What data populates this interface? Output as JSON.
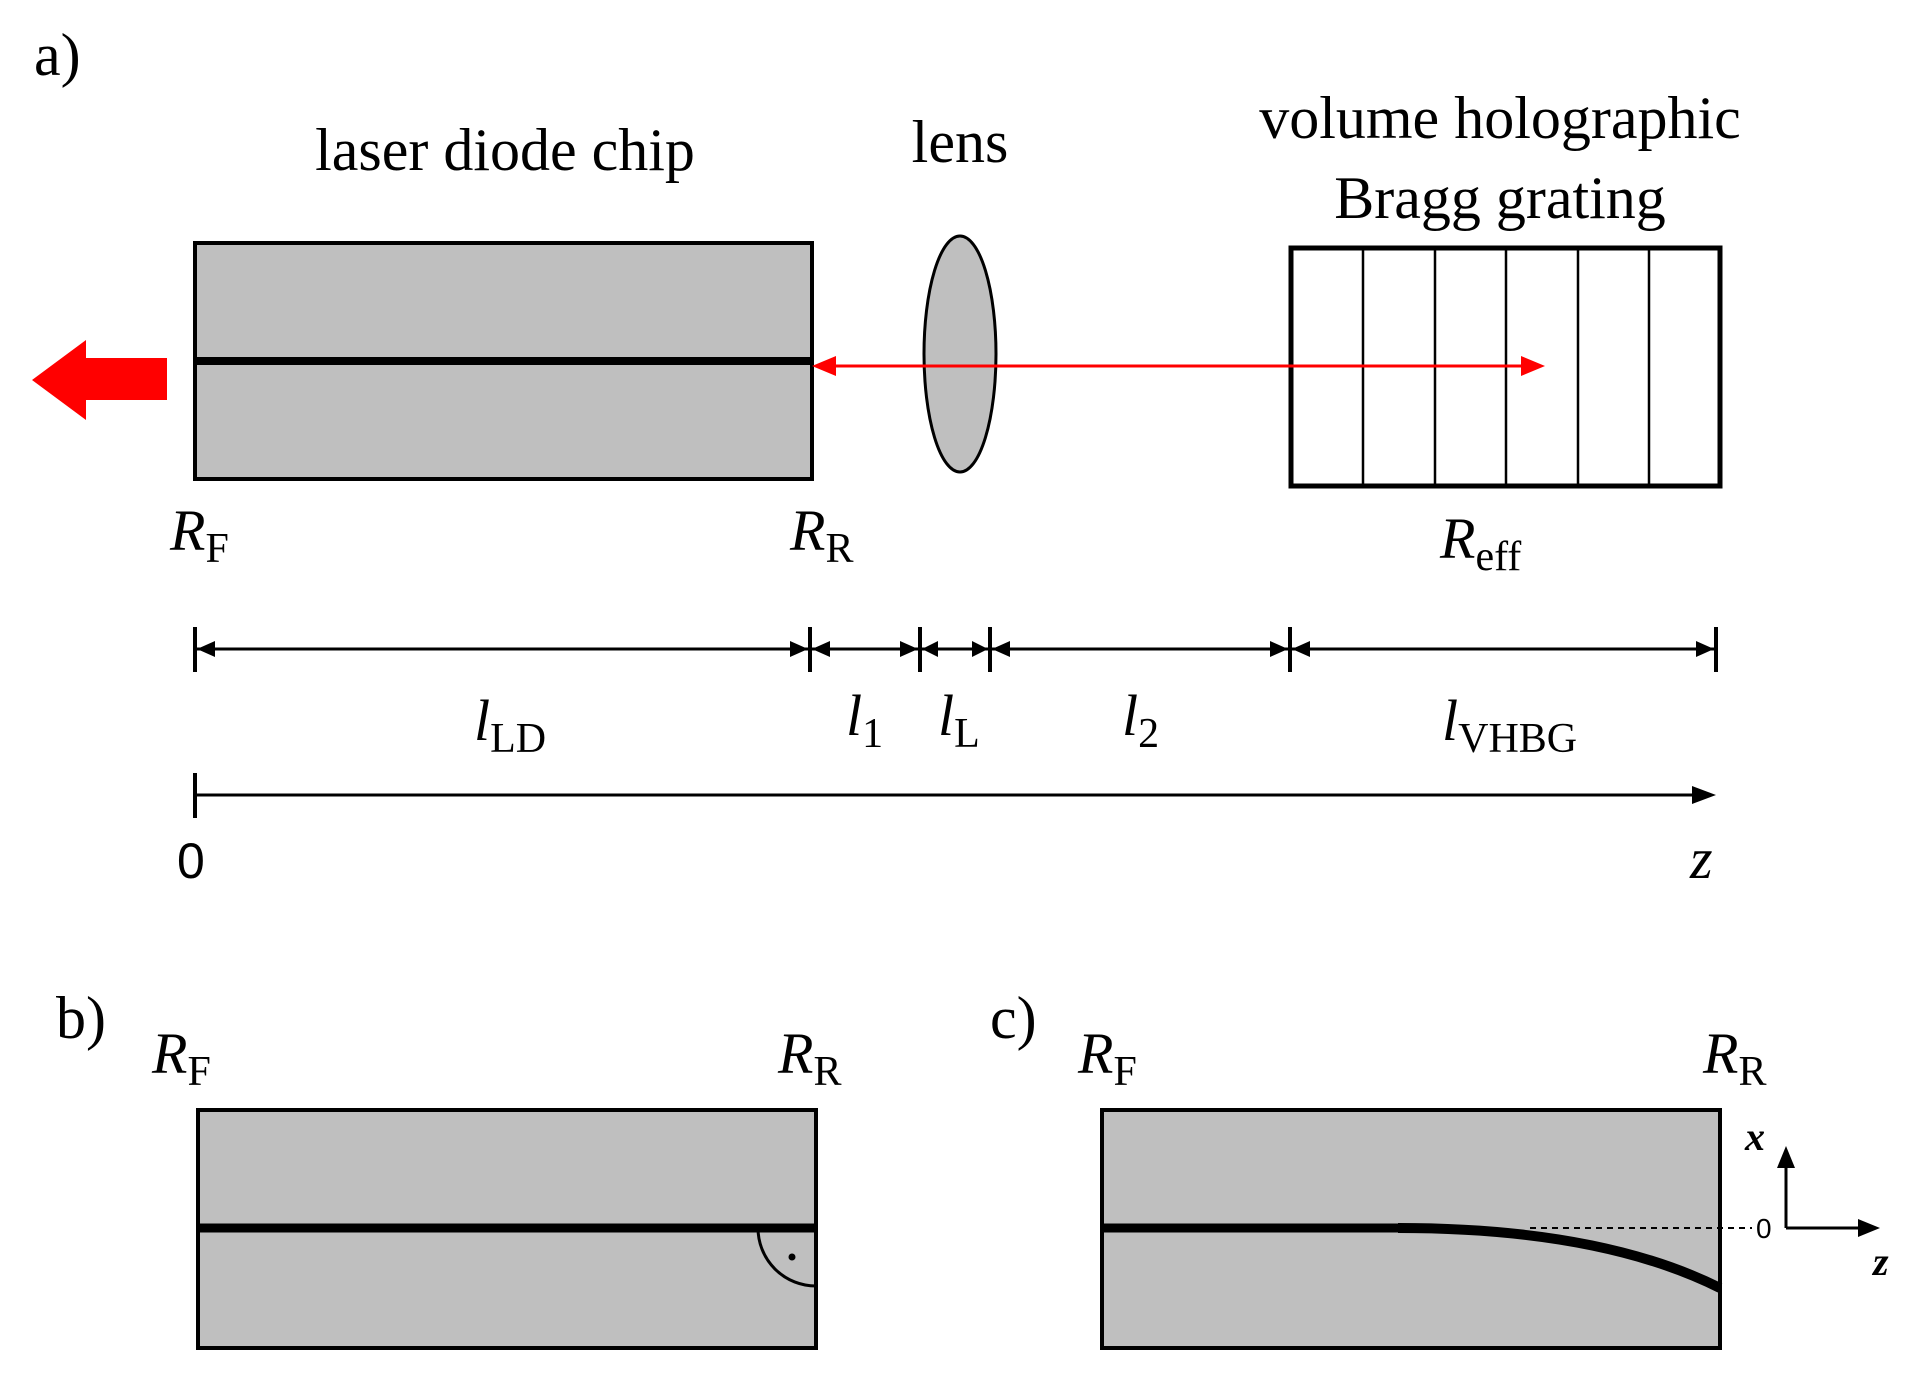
{
  "panel_a": {
    "letter": "a)",
    "labels": {
      "laser_chip": "laser diode chip",
      "lens": "lens",
      "vhbg_line1": "volume holographic",
      "vhbg_line2": "Bragg grating"
    },
    "reflectivities": {
      "front": {
        "symbol": "R",
        "sub": "F"
      },
      "rear": {
        "symbol": "R",
        "sub": "R"
      },
      "effective": {
        "symbol": "R",
        "sub": "eff"
      }
    },
    "lengths": [
      {
        "symbol": "l",
        "sub": "LD"
      },
      {
        "symbol": "l",
        "sub": "1"
      },
      {
        "symbol": "l",
        "sub": "L"
      },
      {
        "symbol": "l",
        "sub": "2"
      },
      {
        "symbol": "l",
        "sub": "VHBG"
      }
    ],
    "axis": {
      "origin": "0",
      "label": "z"
    }
  },
  "panel_b": {
    "letter": "b)",
    "front": {
      "symbol": "R",
      "sub": "F"
    },
    "rear": {
      "symbol": "R",
      "sub": "R"
    }
  },
  "panel_c": {
    "letter": "c)",
    "front": {
      "symbol": "R",
      "sub": "F"
    },
    "rear": {
      "symbol": "R",
      "sub": "R"
    },
    "axes": {
      "x": "x",
      "z": "z",
      "origin": "0"
    }
  },
  "colors": {
    "chip_fill": "#bfbfbf",
    "beam": "#ff0000",
    "outline": "#000000"
  }
}
